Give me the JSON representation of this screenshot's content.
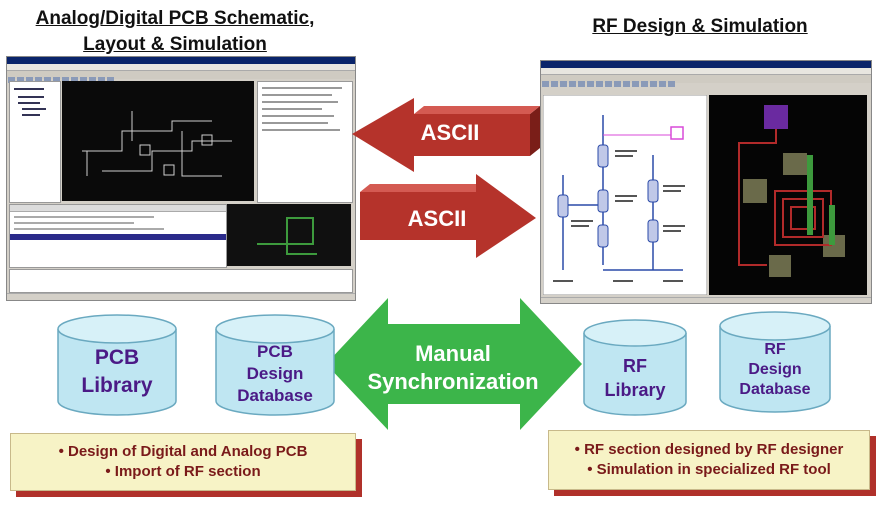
{
  "titles": {
    "left_line1": "Analog/Digital PCB Schematic,",
    "left_line2": "Layout & Simulation",
    "right": "RF Design & Simulation"
  },
  "arrows": {
    "top": "ASCII",
    "middle": "ASCII",
    "sync_line1": "Manual",
    "sync_line2": "Synchronization"
  },
  "databases": {
    "pcb_library": [
      "PCB",
      "Library"
    ],
    "pcb_design_db": [
      "PCB",
      "Design",
      "Database"
    ],
    "rf_library": [
      "RF",
      "Library"
    ],
    "rf_design_db": [
      "RF",
      "Design",
      "Database"
    ]
  },
  "notes": {
    "left": [
      "• Design of Digital and Analog PCB",
      "• Import of RF section"
    ],
    "right": [
      "• RF section designed by RF designer",
      "• Simulation in specialized RF tool"
    ]
  },
  "colors": {
    "arrow_red": "#b5332b",
    "arrow_green": "#3cb54a",
    "cylinder_fill": "#bfe6f2",
    "label_purple": "#4b1a86",
    "note_fill": "#f7f3c6",
    "note_shadow": "#b0312a"
  }
}
